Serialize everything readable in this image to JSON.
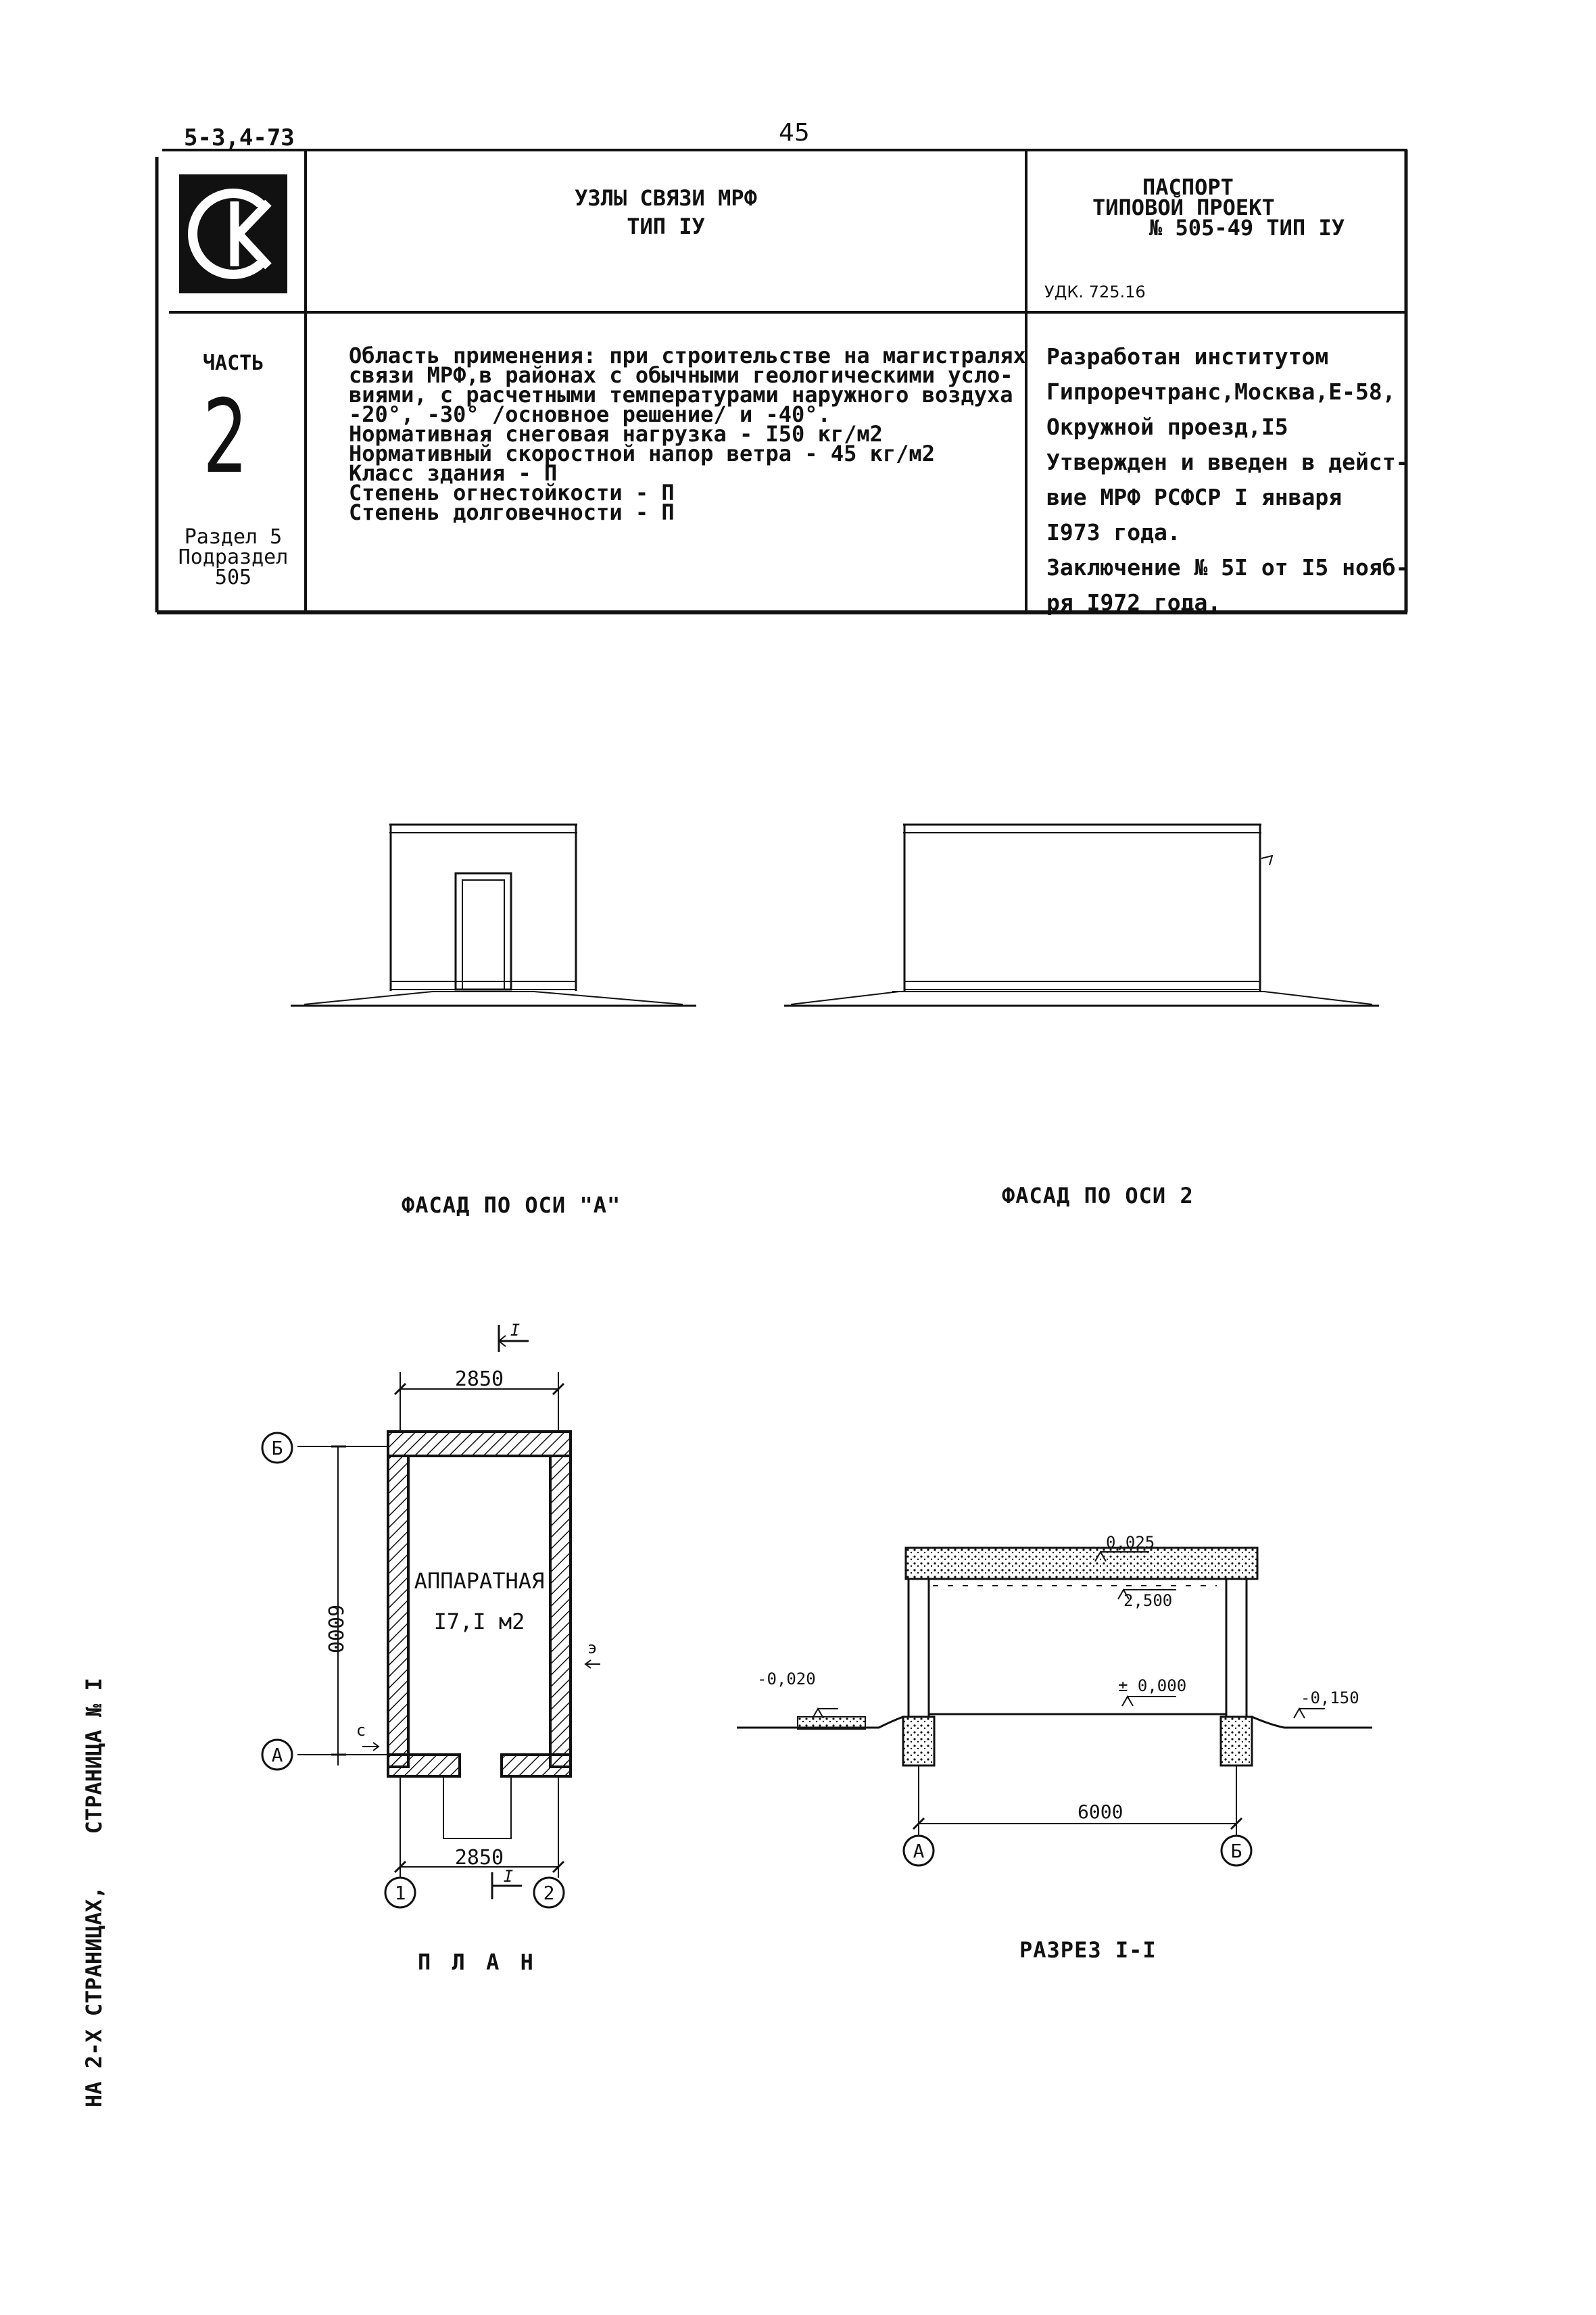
{
  "doc_code": "5-3,4-73",
  "page_number": "45",
  "logo_text": "СК",
  "header": {
    "title_lines": [
      "УЗЛЫ СВЯЗИ МРФ",
      "ТИП IУ"
    ],
    "passport_lines": [
      "ПАСПОРТ",
      "ТИПОВОЙ ПРОЕКТ",
      "№ 505-49  ТИП IУ"
    ],
    "udk": "УДК. 725.16"
  },
  "part": {
    "label": "ЧАСТЬ",
    "number": "2",
    "section_lines": [
      "Раздел 5",
      "Подраздел",
      "505"
    ]
  },
  "description_lines": [
    "Область применения: при строительстве на магистралях",
    "связи МРФ,в районах с обычными геологическими усло-",
    "виями, с расчетными температурами наружного воздуха",
    "-20°, -30° /основное решение/ и -40°.",
    "Нормативная снеговая нагрузка - I50 кг/м2",
    "Нормативный скоростной напор ветра - 45 кг/м2",
    "Класс здания - П",
    "Степень огнестойкости - П",
    "Степень долговечности - П"
  ],
  "developer_lines": [
    "Разработан институтом",
    "Гипроречтранс,Москва,Е-58,",
    "Окружной проезд,I5",
    "Утвержден и введен в дейст-",
    "вие МРФ РСФСР I января",
    "I973 года.",
    "Заключение № 5I от I5 нояб-",
    "ря I972 года."
  ],
  "drawings": {
    "facade_a_caption": "ФАСАД ПО ОСИ \"А\"",
    "facade_2_caption": "ФАСАД ПО ОСИ 2",
    "plan_caption": "П Л А Н",
    "section_caption": "РАЗРЕЗ I-I",
    "plan": {
      "room_name": "АППАРАТНАЯ",
      "room_area": "I7,I м2",
      "dim_top": "2850",
      "dim_bottom": "2850",
      "dim_left": "6000",
      "axis_b": "Б",
      "axis_a": "А",
      "axis_1": "1",
      "axis_2": "2",
      "cut_mark": "I",
      "small_mark_e": "э",
      "small_mark_c": "с"
    },
    "section": {
      "elev_roof": "0,025",
      "elev_ceiling": "2,500",
      "elev_floor": "± 0,000",
      "elev_ground_left": "-0,020",
      "elev_ground_right": "-0,150",
      "dim_span": "6000",
      "axis_a": "А",
      "axis_b": "Б"
    }
  },
  "side_note": "НА 2-Х СТРАНИЦАХ,    СТРАНИЦА № I"
}
